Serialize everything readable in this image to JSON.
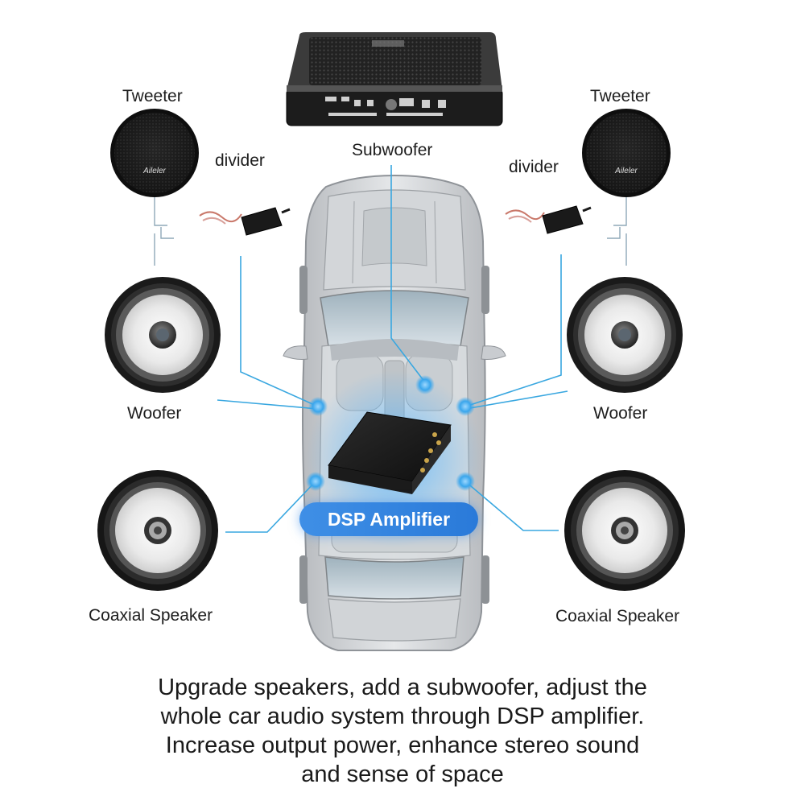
{
  "labels": {
    "tweeter_left": "Tweeter",
    "tweeter_right": "Tweeter",
    "divider_left": "divider",
    "divider_right": "divider",
    "subwoofer": "Subwoofer",
    "woofer_left": "Woofer",
    "woofer_right": "Woofer",
    "coaxial_left": "Coaxial Speaker",
    "coaxial_right": "Coaxial Speaker",
    "dsp": "DSP Amplifier"
  },
  "tweeter_logo": "Aileler",
  "caption": {
    "line1": "Upgrade speakers, add a subwoofer, adjust the",
    "line2": "whole car audio system through DSP amplifier.",
    "line3": "Increase output power, enhance stereo sound",
    "line4": "and sense of space"
  },
  "colors": {
    "connector": "#39a7e0",
    "accent": "#2a7ad9",
    "glow": "#54b8ff"
  }
}
